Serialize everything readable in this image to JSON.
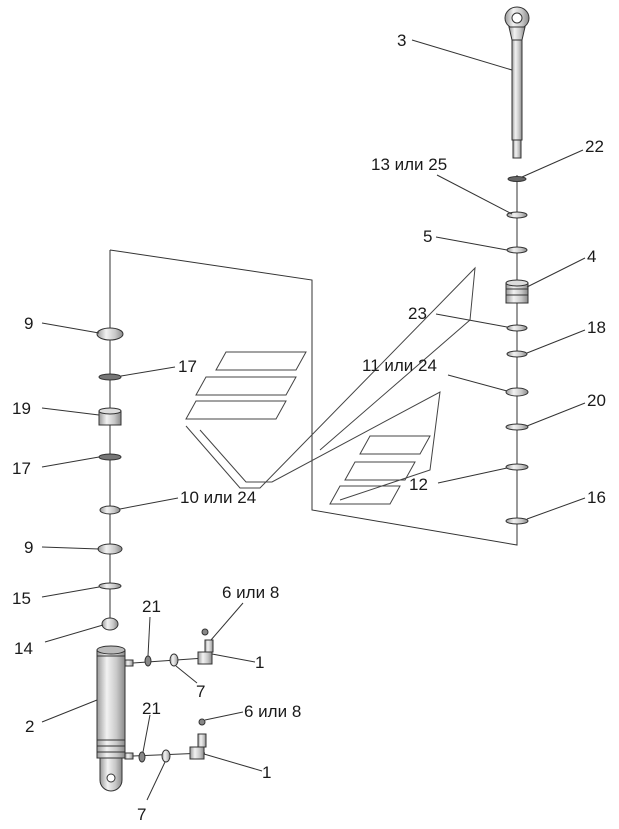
{
  "labels": [
    {
      "id": "p3",
      "text": "3"
    },
    {
      "id": "p22",
      "text": "22"
    },
    {
      "id": "p13",
      "text": "13 или 25"
    },
    {
      "id": "p5",
      "text": "5"
    },
    {
      "id": "p4",
      "text": "4"
    },
    {
      "id": "p23",
      "text": "23"
    },
    {
      "id": "p18",
      "text": "18"
    },
    {
      "id": "p11",
      "text": "11 или 24"
    },
    {
      "id": "p20",
      "text": "20"
    },
    {
      "id": "p12",
      "text": "12"
    },
    {
      "id": "p16",
      "text": "16"
    },
    {
      "id": "p9a",
      "text": "9"
    },
    {
      "id": "p17a",
      "text": "17"
    },
    {
      "id": "p19",
      "text": "19"
    },
    {
      "id": "p17b",
      "text": "17"
    },
    {
      "id": "p10",
      "text": "10 или 24"
    },
    {
      "id": "p9b",
      "text": "9"
    },
    {
      "id": "p15",
      "text": "15"
    },
    {
      "id": "p14",
      "text": "14"
    },
    {
      "id": "p21a",
      "text": "21"
    },
    {
      "id": "p6a",
      "text": "6 или 8"
    },
    {
      "id": "p1a",
      "text": "1"
    },
    {
      "id": "p7a",
      "text": "7"
    },
    {
      "id": "p2",
      "text": "2"
    },
    {
      "id": "p21b",
      "text": "21"
    },
    {
      "id": "p6b",
      "text": "6 или 8"
    },
    {
      "id": "p1b",
      "text": "1"
    },
    {
      "id": "p7b",
      "text": "7"
    }
  ]
}
